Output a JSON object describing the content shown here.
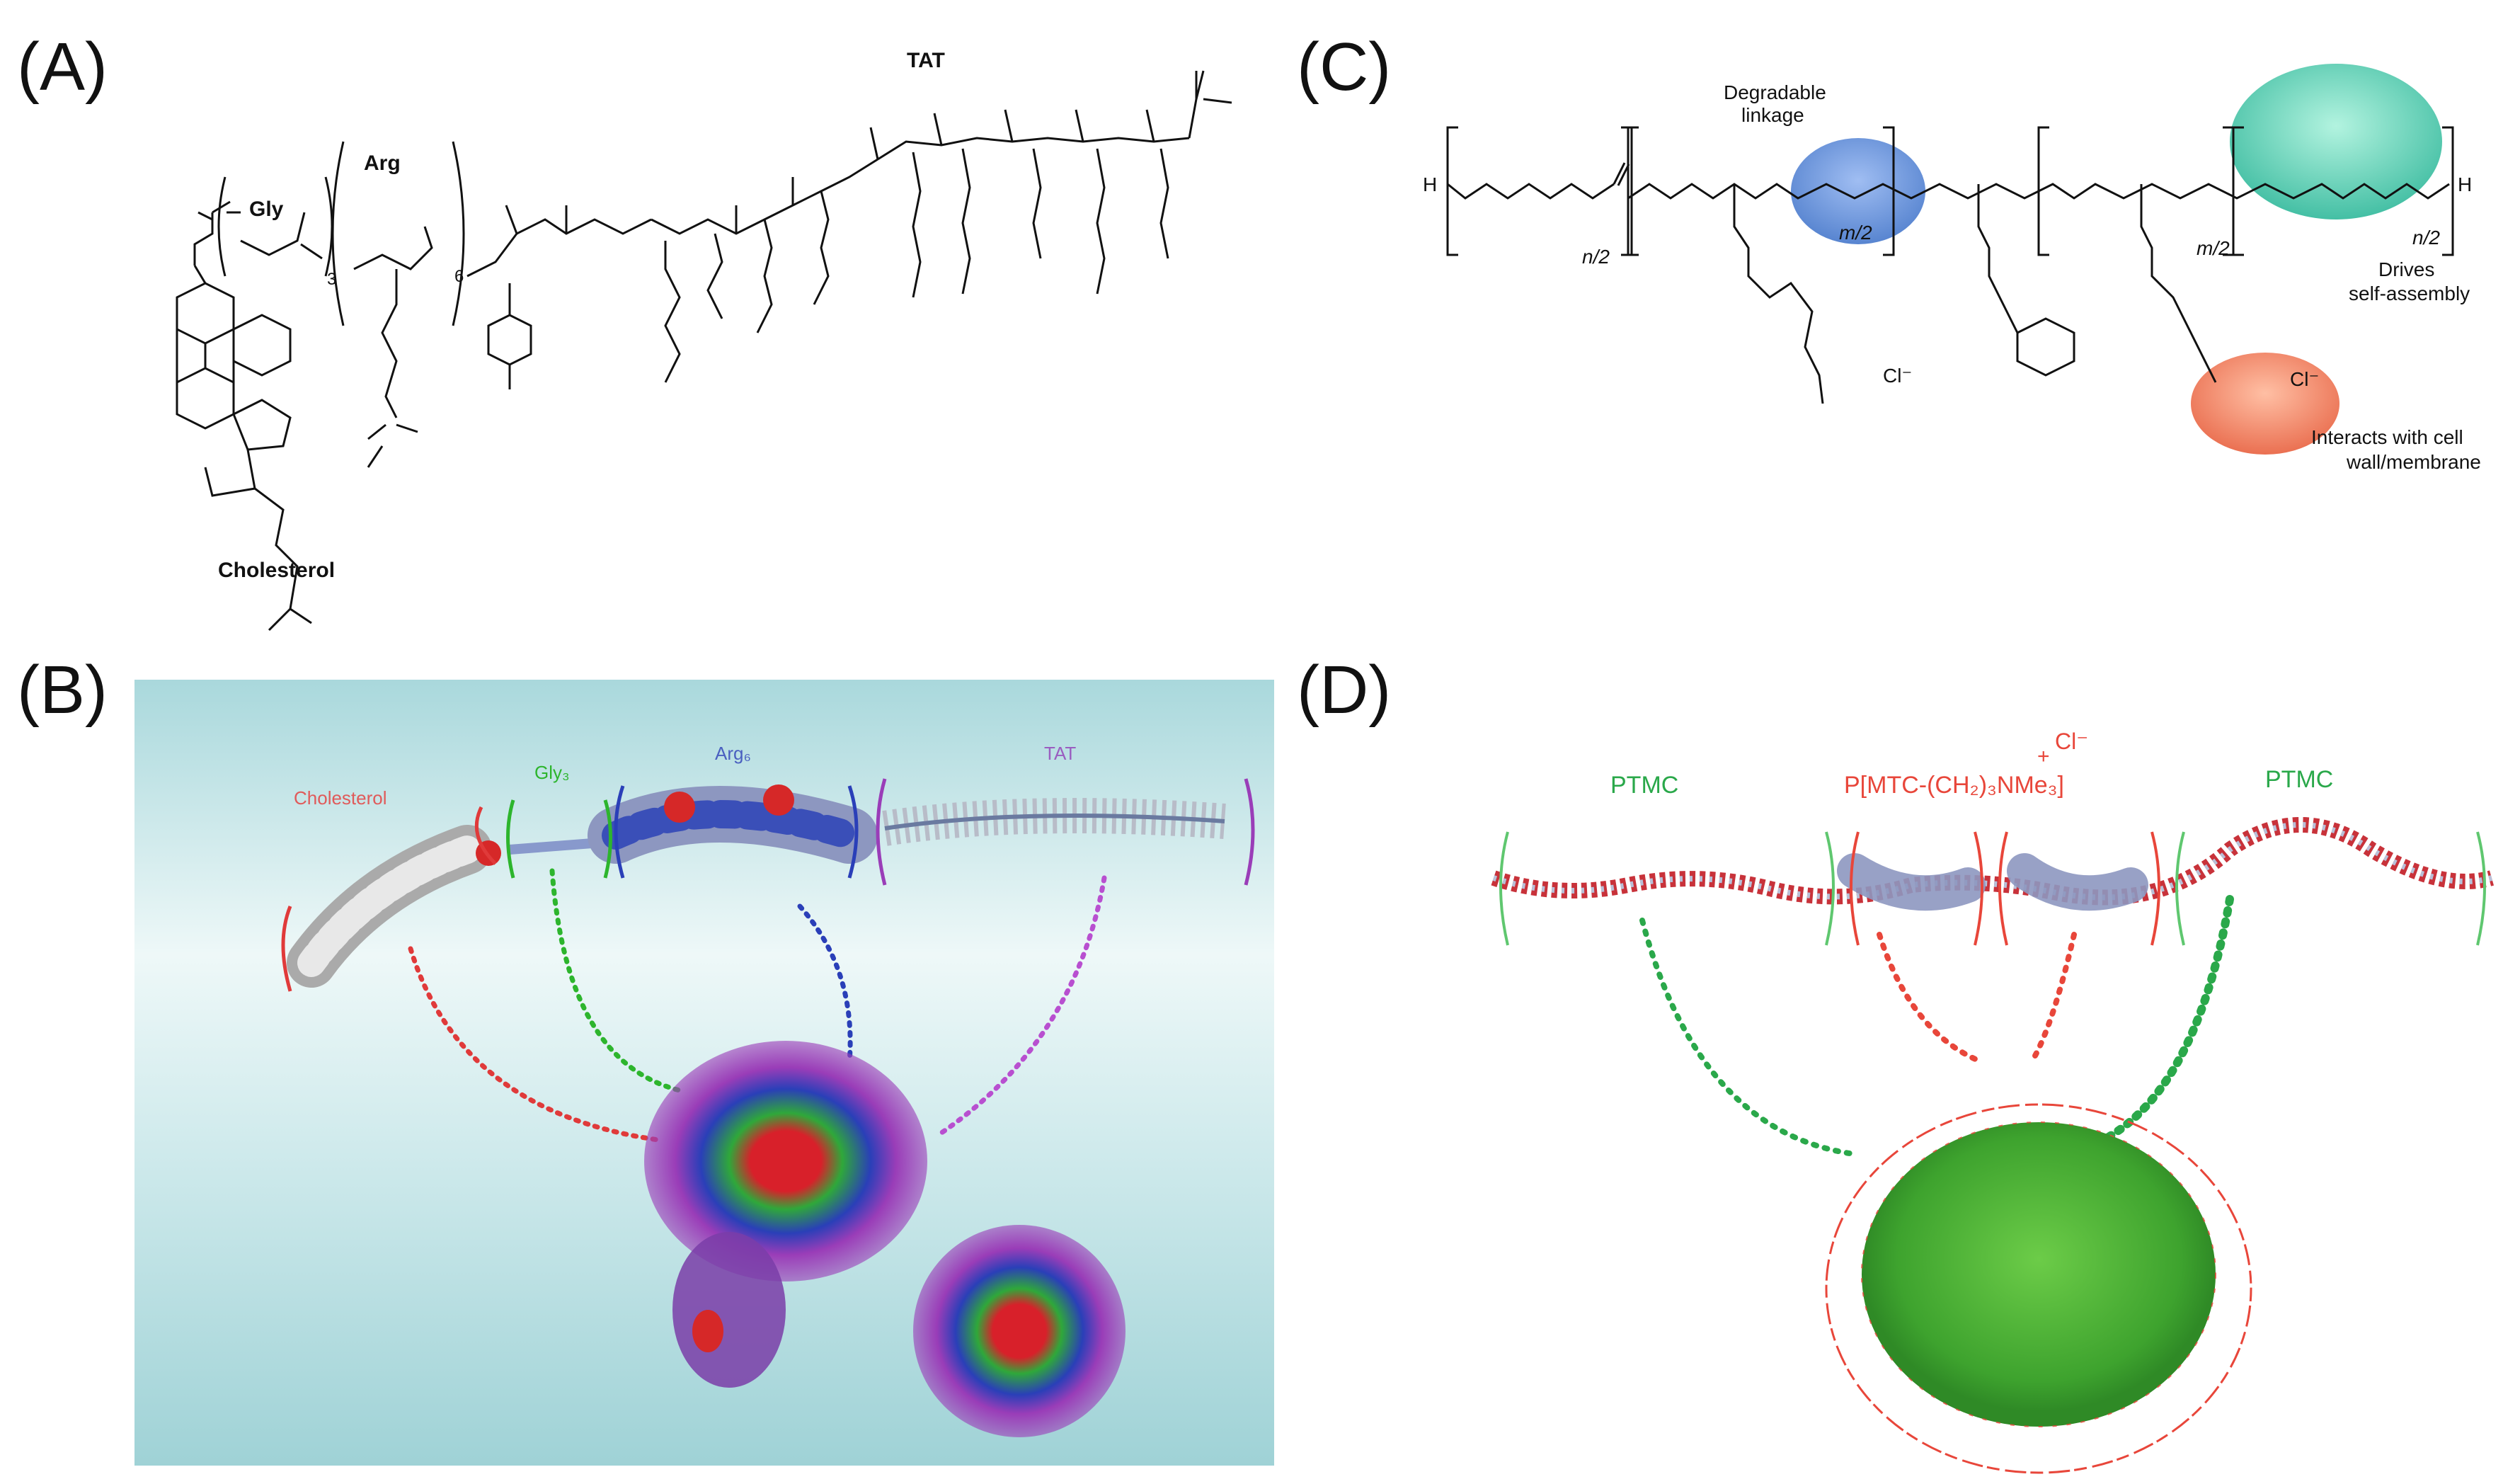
{
  "panels": {
    "A": {
      "letter": "(A)",
      "labels": {
        "gly": "Gly",
        "arg": "Arg",
        "tat": "TAT",
        "cholesterol": "Cholesterol",
        "sub3": "3",
        "sub6": "6"
      }
    },
    "B": {
      "letter": "(B)",
      "labels": {
        "cholesterol": "Cholesterol",
        "gly": "Gly₃",
        "arg": "Arg₆",
        "tat": "TAT"
      }
    },
    "C": {
      "letter": "(C)",
      "labels": {
        "degradable": "Degradable",
        "linkage": "linkage",
        "drives": "Drives",
        "self_assembly": "self-assembly",
        "interacts": "Interacts with cell",
        "membrane": "wall/membrane",
        "n2a": "n/2",
        "m2a": "m/2",
        "m2b": "m/2",
        "n2b": "n/2",
        "cl1": "Cl⁻",
        "cl2": "Cl⁻",
        "h1": "H",
        "h2": "H"
      }
    },
    "D": {
      "letter": "(D)",
      "labels": {
        "ptmc_left": "PTMC",
        "middle": "P[MTC-(CH₂)₃NMe₃]",
        "cl": "Cl⁻",
        "plus": "+",
        "ptmc_right": "PTMC"
      }
    }
  },
  "colors": {
    "cholesterol": "#e03a3a",
    "gly": "#2db52d",
    "arg": "#2a3fb8",
    "tat": "#9a3db8",
    "ptmc": "#2aa84a",
    "cationic": "#e8463a",
    "blue_ellipse": "#4a7fd4",
    "teal_ellipse": "#3cc8a8",
    "red_ellipse": "#f07a5a",
    "panelB_bg": "#bfe2e4"
  }
}
